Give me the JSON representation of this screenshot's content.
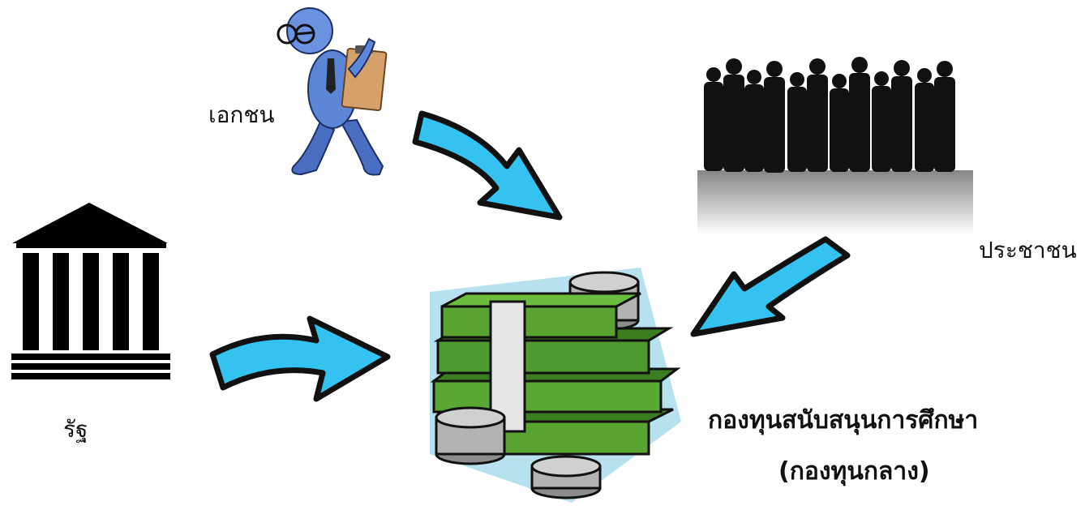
{
  "labels": {
    "private_sector": "เอกชน",
    "people": "ประชาชน",
    "state": "รัฐ",
    "fund_name": "กองทุนสนับสนุนการศึกษา",
    "fund_alias": "(กองทุนกลาง)"
  },
  "icons": {
    "private": "businessman-with-clipboard-icon",
    "people": "crowd-silhouette-icon",
    "state": "government-building-icon",
    "fund": "money-stack-icon",
    "arrow": "curved-arrow-icon"
  },
  "colors": {
    "arrow_fill": "#34c3f1",
    "money_green": "#4f9a2e",
    "coin_gray": "#a8a8a8",
    "figure_blue": "#5c86d6"
  }
}
